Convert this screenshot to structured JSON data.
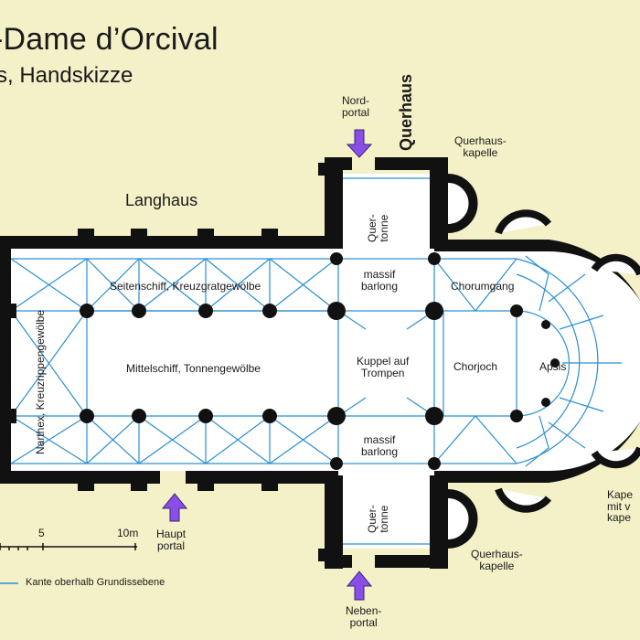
{
  "header": {
    "title": "-Dame d’Orcival",
    "subtitle": "s, Handskizze"
  },
  "labels": {
    "langhaus": "Langhaus",
    "querhaus": "Querhaus",
    "nordportal": "Nord-\nportal",
    "querhauskapelle_top": "Querhaus-\nkapelle",
    "querhauskapelle_bottom": "Querhaus-\nkapelle",
    "quertonne_top": "Quer-\ntonne",
    "quertonne_bottom": "Quer-\ntonne",
    "massif_barlong_top": "massif\nbarlong",
    "massif_barlong_bottom": "massif\nbarlong",
    "seitenschiff": "Seitenschiff, Kreuzgratgewölbe",
    "mittelschiff": "Mittelschiff, Tonnengewölbe",
    "narthex": "Narthex, Kreuzrippengewölbe",
    "kuppel": "Kuppel auf\nTrompen",
    "chorumgang": "Chorumgang",
    "chorjoch": "Chorjoch",
    "apsis": "Apsis",
    "hauptportal": "Haupt\nportal",
    "nebenportal": "Neben-\nportal",
    "kapelle_cut": "Kape\nmit v\nkape"
  },
  "scale": {
    "tick_5": "5",
    "tick_10": "10m"
  },
  "legend": {
    "edge_line": "Kante oberhalb Grundissebene"
  },
  "colors": {
    "background": "#f4f0c8",
    "wall": "#111111",
    "vault_lines": "#2a8fd0",
    "arrow": "#8a4ee8",
    "interior": "#ffffff"
  }
}
